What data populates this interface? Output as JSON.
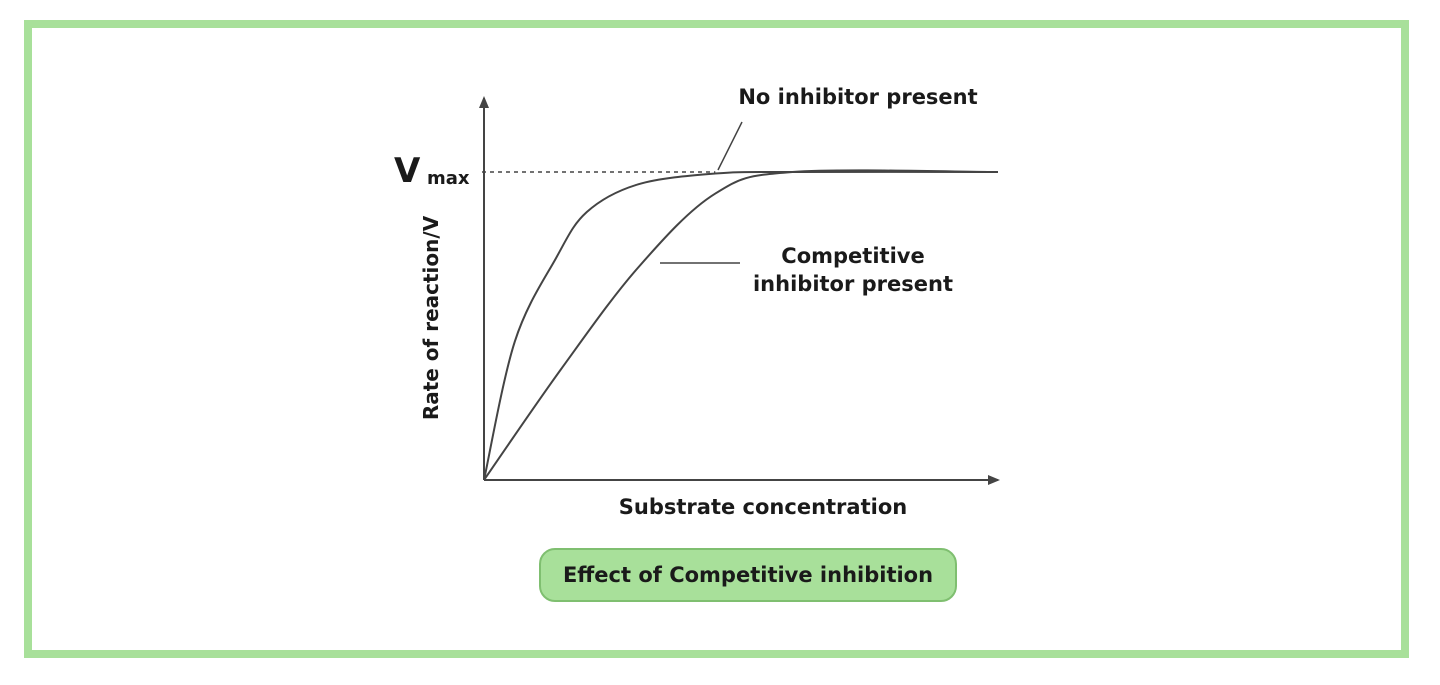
{
  "chart_data": {
    "type": "line",
    "title": "",
    "caption": "Effect of Competitive inhibition",
    "xlabel": "Substrate concentration",
    "ylabel": "Rate of reaction/V",
    "y_reference": {
      "label_main": "V",
      "label_sub": "max",
      "style": "dashed"
    },
    "series": [
      {
        "name": "No inhibitor present",
        "x": [
          0,
          0.06,
          0.14,
          0.2,
          0.3,
          0.45,
          0.6,
          1.0
        ],
        "y": [
          0,
          0.45,
          0.72,
          0.87,
          0.96,
          0.995,
          1.0,
          1.0
        ]
      },
      {
        "name": "Competitive inhibitor present",
        "x": [
          0,
          0.15,
          0.3,
          0.45,
          0.6,
          1.0
        ],
        "y": [
          0,
          0.36,
          0.69,
          0.93,
          1.0,
          1.0
        ]
      }
    ],
    "annotations": [
      {
        "lines": [
          "No inhibitor present"
        ],
        "series": "No inhibitor present"
      },
      {
        "lines": [
          "Competitive",
          "inhibitor present"
        ],
        "series": "Competitive inhibitor present"
      }
    ],
    "ticks": "none",
    "grid": false,
    "colors": {
      "curve": "#444444",
      "axis": "#444444",
      "frame": "#a8e09a"
    }
  }
}
